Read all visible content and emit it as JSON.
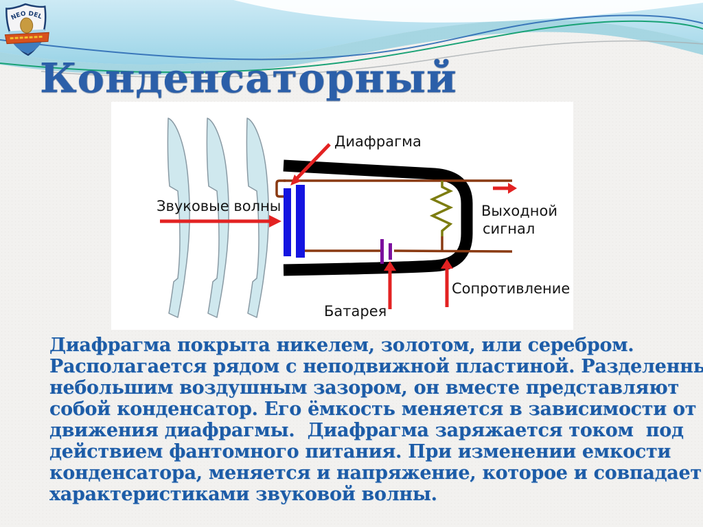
{
  "logo": {
    "name": "NEO DELOS",
    "colors": {
      "border": "#1d3f73",
      "ribbon": "#d7511d",
      "bottom": "#3f7dbe",
      "lion": "#c89b40"
    }
  },
  "title": {
    "text": "Конденсаторный",
    "color": "#2b5fa9"
  },
  "diagram": {
    "labels": {
      "diaphragm": "Диафрагма",
      "sound_waves": "Звуковые волны",
      "output_signal_line1": "Выходной",
      "output_signal_line2": "сигнал",
      "resistance": "Сопротивление",
      "battery": "Батарея"
    },
    "colors": {
      "arrow": "#e32222",
      "wire": "#8a3a12",
      "plate": "#1414e0",
      "battery": "#7c0f9e",
      "resistor": "#7d7d10",
      "body": "#000000",
      "wave_fill": "#cfe8ee",
      "wave_stroke": "#899aa4"
    }
  },
  "body": {
    "color": "#1d5ca7",
    "lines": [
      "Диафрагма покрыта никелем, золотом, или серебром.",
      "Располагается рядом с неподвижной пластиной. Разделенные",
      "небольшим воздушным зазором, он вместе представляют",
      "собой конденсатор. Его ёмкость меняется в зависимости от",
      "движения диафрагмы.  Диафрагма заряжается током  под",
      "действием фантомного питания. При изменении емкости",
      "конденсатора, меняется и напряжение, которое и совпадает с",
      "характеристиками звуковой волны."
    ]
  }
}
